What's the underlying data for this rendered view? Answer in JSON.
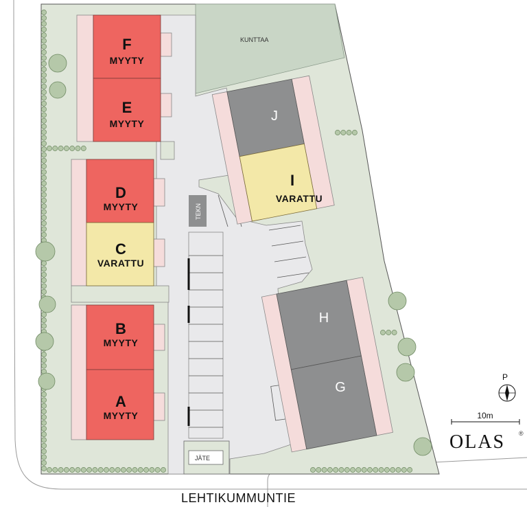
{
  "road": {
    "name": "LEHTIKUMMUNTIE"
  },
  "area_labels": {
    "kunttaa": "KUNTTAA",
    "tekn": "TEKN",
    "jate": "JÄTE"
  },
  "compass": {
    "letter": "P"
  },
  "scale": {
    "label": "10m"
  },
  "logo": {
    "text": "OLAS",
    "mark": "®"
  },
  "colors": {
    "sold": "#ee6560",
    "reserved": "#f3e8a8",
    "built": "#8e8f90",
    "grass": "#dfe6d9",
    "parking": "#e9e9eb",
    "tree": "#b5c8a9",
    "terrace": "#f5dcdb"
  },
  "units": [
    {
      "id": "F",
      "letter": "F",
      "status": "MYYTY",
      "state": "sold"
    },
    {
      "id": "E",
      "letter": "E",
      "status": "MYYTY",
      "state": "sold"
    },
    {
      "id": "D",
      "letter": "D",
      "status": "MYYTY",
      "state": "sold"
    },
    {
      "id": "C",
      "letter": "C",
      "status": "VARATTU",
      "state": "reserved"
    },
    {
      "id": "B",
      "letter": "B",
      "status": "MYYTY",
      "state": "sold"
    },
    {
      "id": "A",
      "letter": "A",
      "status": "MYYTY",
      "state": "sold"
    },
    {
      "id": "J",
      "letter": "J",
      "status": "",
      "state": "built"
    },
    {
      "id": "I",
      "letter": "I",
      "status": "VARATTU",
      "state": "reserved"
    },
    {
      "id": "H",
      "letter": "H",
      "status": "",
      "state": "built"
    },
    {
      "id": "G",
      "letter": "G",
      "status": "",
      "state": "built"
    }
  ]
}
